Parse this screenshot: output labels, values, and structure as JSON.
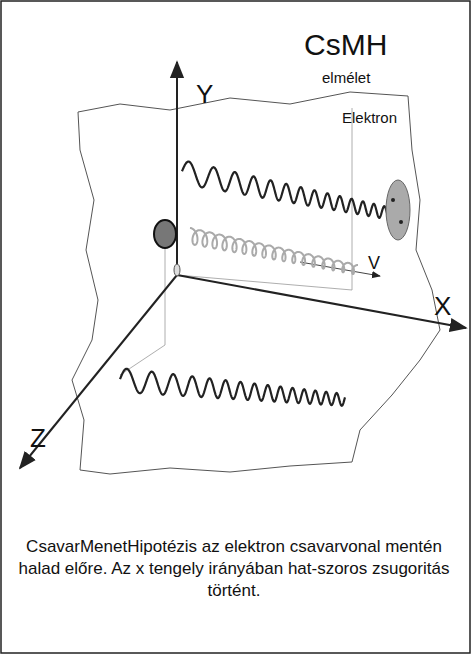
{
  "diagram": {
    "title": "CsMH",
    "caption": "CsavarMenetHipotézis az elektron csavarvonal mentén halad előre. Az x tengely irányában hat-szoros zsugoritás történt.",
    "labels": [
      "elmélet",
      "Elektron",
      "Y",
      "X",
      "Z",
      "V"
    ]
  }
}
